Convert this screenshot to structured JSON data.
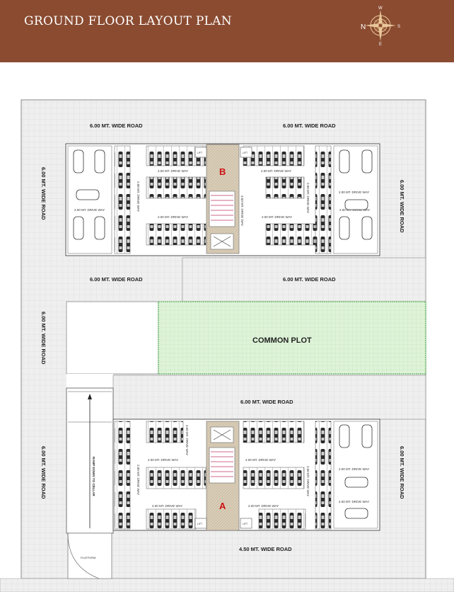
{
  "header": {
    "title": "GROUND FLOOR LAYOUT PLAN"
  },
  "compass": {
    "n": "N",
    "s": "S",
    "e": "E",
    "w": "W"
  },
  "labels": {
    "road_top_left": "6.00 MT. WIDE ROAD",
    "road_top_right": "6.00 MT. WIDE ROAD",
    "road_left_upper": "6.00 MT. WIDE ROAD",
    "road_right_upper": "6.00 MT. WIDE ROAD",
    "road_mid_left": "6.00 MT. WIDE ROAD",
    "road_mid_right": "6.00 MT. WIDE ROAD",
    "road_left_mid": "6.00 MT. WIDE ROAD",
    "common_plot": "COMMON PLOT",
    "road_lower_top": "6.00 MT. WIDE ROAD",
    "road_left_lower": "6.00 MT. WIDE ROAD",
    "road_right_lower": "6.00 MT. WIDE ROAD",
    "road_bottom": "4.50 MT. WIDE ROAD",
    "ramp": "RAMP DOWN TO CELLAR",
    "platform": "PLATFORM",
    "block_b": "B",
    "block_a": "A",
    "lift": "LIFT",
    "drive_way": "2.00 MT. DRIVE WAY",
    "drive_way_center": "3.50 MT. DRIVE WAY",
    "ramp_mark": "SH"
  },
  "colors": {
    "header_bg": "#8a4b31",
    "plot_fill": "#ffffff",
    "common_plot_fill": "#d9f2d2",
    "common_plot_border": "#2e9e2e",
    "block_label": "#cc1111",
    "core_fill": "#cfc7b8"
  }
}
